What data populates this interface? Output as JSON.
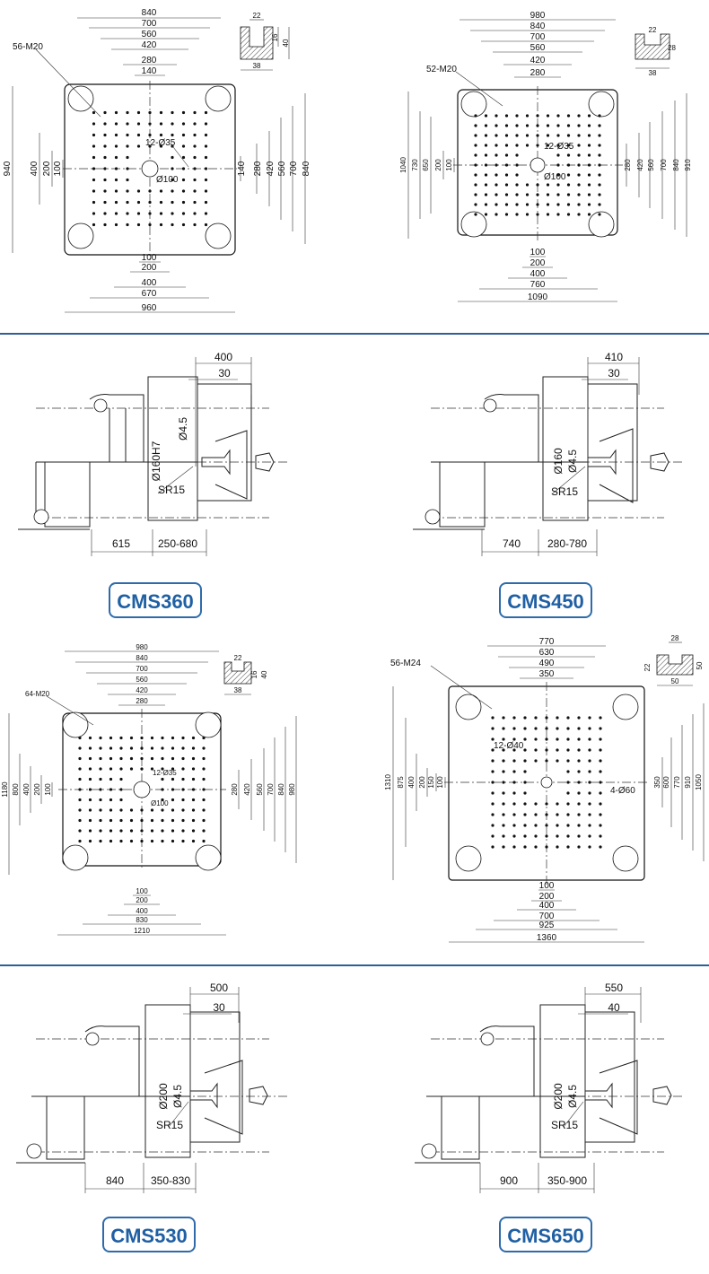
{
  "models": [
    {
      "name": "CMS360"
    },
    {
      "name": "CMS450"
    },
    {
      "name": "CMS530"
    },
    {
      "name": "CMS650"
    }
  ],
  "platen_360": {
    "top_dims": [
      "840",
      "700",
      "560",
      "420",
      "280",
      "140"
    ],
    "bottom_dims": [
      "100",
      "200",
      "400",
      "670",
      "960"
    ],
    "left_dims": [
      "940",
      "400",
      "200",
      "100"
    ],
    "right_dims": [
      "140",
      "280",
      "420",
      "560",
      "700",
      "840"
    ],
    "tslot": {
      "w": "22",
      "h1": "16",
      "h2": "40",
      "base": "38"
    },
    "labels": {
      "tapped": "56-M20",
      "holes": "12-Ø35",
      "center": "Ø100"
    }
  },
  "platen_450": {
    "top_dims": [
      "980",
      "840",
      "700",
      "560",
      "420",
      "280"
    ],
    "bottom_dims": [
      "100",
      "200",
      "400",
      "760",
      "1090"
    ],
    "left_dims": [
      "1040",
      "730",
      "650",
      "200",
      "100"
    ],
    "right_dims": [
      "280",
      "420",
      "560",
      "700",
      "840",
      "910"
    ],
    "tslot": {
      "w": "22",
      "h1": "28",
      "h2": "",
      "base": "38"
    },
    "labels": {
      "tapped": "52-M20",
      "holes": "12-Ø35",
      "center": "Ø100"
    }
  },
  "platen_530": {
    "top_dims": [
      "980",
      "840",
      "700",
      "560",
      "420",
      "280"
    ],
    "bottom_dims": [
      "100",
      "200",
      "400",
      "830",
      "1210"
    ],
    "left_dims": [
      "1180",
      "800",
      "400",
      "200",
      "100"
    ],
    "right_dims": [
      "280",
      "420",
      "560",
      "700",
      "840",
      "980"
    ],
    "tslot": {
      "w": "22",
      "h1": "16",
      "h2": "40",
      "base": "38"
    },
    "labels": {
      "tapped": "64-M20",
      "holes": "12-Ø35",
      "center": "Ø100"
    }
  },
  "platen_650": {
    "top_dims": [
      "770",
      "630",
      "490",
      "350"
    ],
    "bottom_dims": [
      "100",
      "200",
      "400",
      "700",
      "925",
      "1360"
    ],
    "left_dims": [
      "1310",
      "875",
      "400",
      "200",
      "150",
      "100"
    ],
    "right_dims": [
      "350",
      "600",
      "770",
      "910",
      "1050"
    ],
    "tslot": {
      "w": "28",
      "h1": "22",
      "h2": "50",
      "base": "50"
    },
    "labels": {
      "tapped": "56-M24",
      "holes": "12-Ø40",
      "center": "4-Ø60"
    }
  },
  "side_360": {
    "opening": "400",
    "offset": "30",
    "dia": "Ø160H7",
    "nozzle": "Ø4.5",
    "sr": "SR15",
    "stroke": "615",
    "range": "250-680"
  },
  "side_450": {
    "opening": "410",
    "offset": "30",
    "dia": "Ø160",
    "nozzle": "Ø4.5",
    "sr": "SR15",
    "stroke": "740",
    "range": "280-780"
  },
  "side_530": {
    "opening": "500",
    "offset": "30",
    "dia": "Ø200",
    "nozzle": "Ø4.5",
    "sr": "SR15",
    "stroke": "840",
    "range": "350-830"
  },
  "side_650": {
    "opening": "550",
    "offset": "40",
    "dia": "Ø200",
    "nozzle": "Ø4.5",
    "sr": "SR15",
    "stroke": "900",
    "range": "350-900"
  },
  "colors": {
    "separator": "#2f5f97",
    "badge": "#1f5fa3"
  }
}
